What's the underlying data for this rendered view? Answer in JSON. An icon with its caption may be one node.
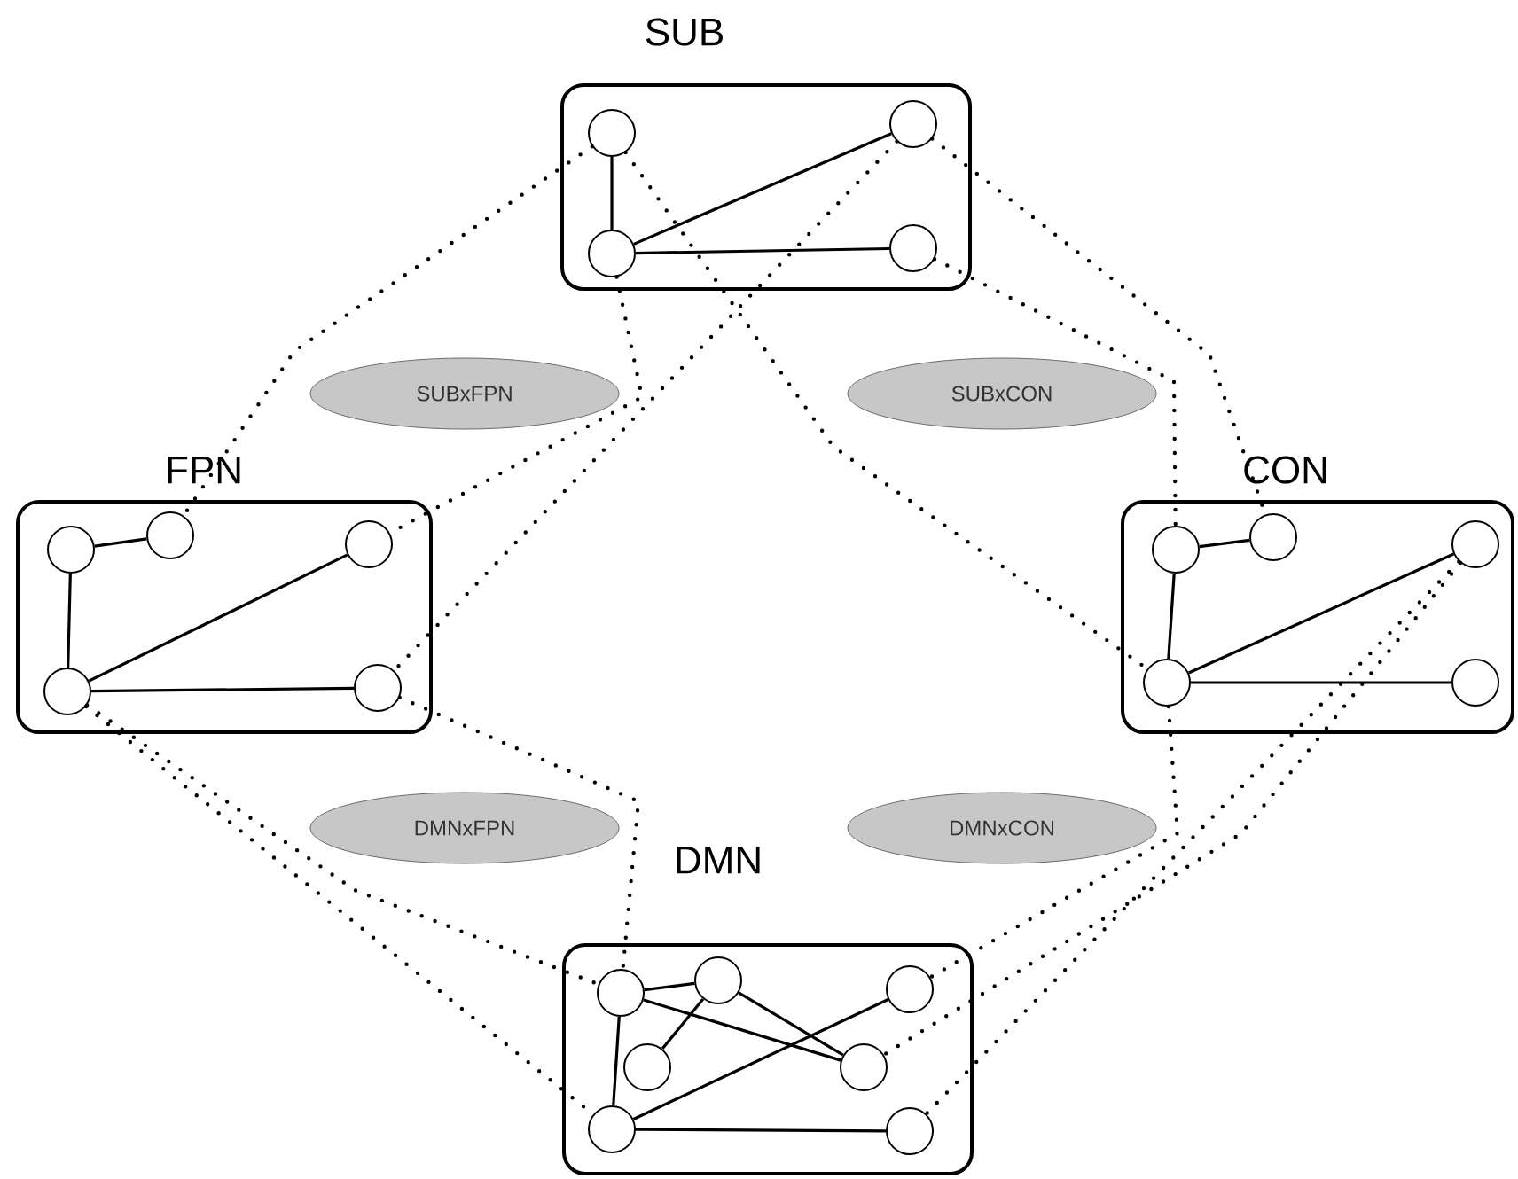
{
  "diagram": {
    "nodes": [
      {
        "text": [
          "SUB"
        ]
      },
      {
        "text": [],
        "shape": "circle",
        "in": 0
      },
      {
        "text": [],
        "shape": "circle",
        "in": 0
      },
      {
        "text": [],
        "shape": "circle",
        "in": 0
      },
      {
        "text": [],
        "shape": "circle",
        "in": 0
      },
      {
        "text": [
          "SUBxFPN"
        ]
      },
      {
        "text": [
          "SUBxCON"
        ]
      },
      {
        "text": [
          "FPN"
        ]
      },
      {
        "text": [],
        "shape": "circle",
        "in": 7
      },
      {
        "text": [],
        "shape": "circle",
        "in": 7
      },
      {
        "text": [],
        "shape": "circle",
        "in": 7
      },
      {
        "text": [],
        "shape": "circle",
        "in": 7
      },
      {
        "text": [],
        "shape": "circle",
        "in": 7
      },
      {
        "text": [
          "CON"
        ]
      },
      {
        "text": [],
        "shape": "circle",
        "in": 13
      },
      {
        "text": [],
        "shape": "circle",
        "in": 13
      },
      {
        "text": [],
        "shape": "circle",
        "in": 13
      },
      {
        "text": [],
        "shape": "circle",
        "in": 13
      },
      {
        "text": [],
        "shape": "circle",
        "in": 13
      },
      {
        "text": [
          "DMNxFPN"
        ]
      },
      {
        "text": [
          "DMNxCON"
        ]
      },
      {
        "text": [
          "DMN"
        ]
      },
      {
        "text": [],
        "shape": "circle",
        "in": 21
      },
      {
        "text": [],
        "shape": "circle",
        "in": 21
      },
      {
        "text": [],
        "shape": "circle",
        "in": 21
      },
      {
        "text": [],
        "shape": "circle",
        "in": 21
      },
      {
        "text": [],
        "shape": "circle",
        "in": 21
      },
      {
        "text": [],
        "shape": "circle",
        "in": 21
      },
      {
        "text": [],
        "shape": "circle",
        "in": 21
      }
    ],
    "edges": [
      {
        "from": 1,
        "to": 3,
        "arrow": "none"
      },
      {
        "from": 3,
        "to": 2,
        "arrow": "none"
      },
      {
        "from": 3,
        "to": 4,
        "arrow": "none"
      },
      {
        "from": 8,
        "to": 9,
        "arrow": "none"
      },
      {
        "from": 8,
        "to": 11,
        "arrow": "none"
      },
      {
        "from": 11,
        "to": 10,
        "arrow": "none"
      },
      {
        "from": 11,
        "to": 12,
        "arrow": "none"
      },
      {
        "from": 14,
        "to": 15,
        "arrow": "none"
      },
      {
        "from": 14,
        "to": 17,
        "arrow": "none"
      },
      {
        "from": 17,
        "to": 16,
        "arrow": "none"
      },
      {
        "from": 17,
        "to": 18,
        "arrow": "none"
      },
      {
        "from": 22,
        "to": 23,
        "arrow": "none"
      },
      {
        "from": 23,
        "to": 25,
        "arrow": "none"
      },
      {
        "from": 22,
        "to": 26,
        "arrow": "none"
      },
      {
        "from": 23,
        "to": 26,
        "arrow": "none"
      },
      {
        "from": 22,
        "to": 27,
        "arrow": "none"
      },
      {
        "from": 27,
        "to": 24,
        "arrow": "none"
      },
      {
        "from": 27,
        "to": 28,
        "arrow": "none"
      },
      {
        "from": 1,
        "to": 9,
        "arrow": "none",
        "style": "dashed"
      },
      {
        "from": 3,
        "to": 10,
        "arrow": "none",
        "style": "dashed"
      },
      {
        "from": 2,
        "to": 12,
        "arrow": "none",
        "style": "dashed"
      },
      {
        "from": 1,
        "to": 17,
        "arrow": "none",
        "style": "dashed"
      },
      {
        "from": 4,
        "to": 14,
        "arrow": "none",
        "style": "dashed"
      },
      {
        "from": 2,
        "to": 15,
        "arrow": "none",
        "style": "dashed"
      },
      {
        "from": 11,
        "to": 22,
        "arrow": "none",
        "style": "dashed"
      },
      {
        "from": 11,
        "to": 27,
        "arrow": "none",
        "style": "dashed"
      },
      {
        "from": 12,
        "to": 22,
        "arrow": "none",
        "style": "dashed"
      },
      {
        "from": 17,
        "to": 24,
        "arrow": "none",
        "style": "dashed"
      },
      {
        "from": 16,
        "to": 26,
        "arrow": "none",
        "style": "dashed"
      },
      {
        "from": 16,
        "to": 28,
        "arrow": "none",
        "style": "dashed"
      }
    ]
  }
}
